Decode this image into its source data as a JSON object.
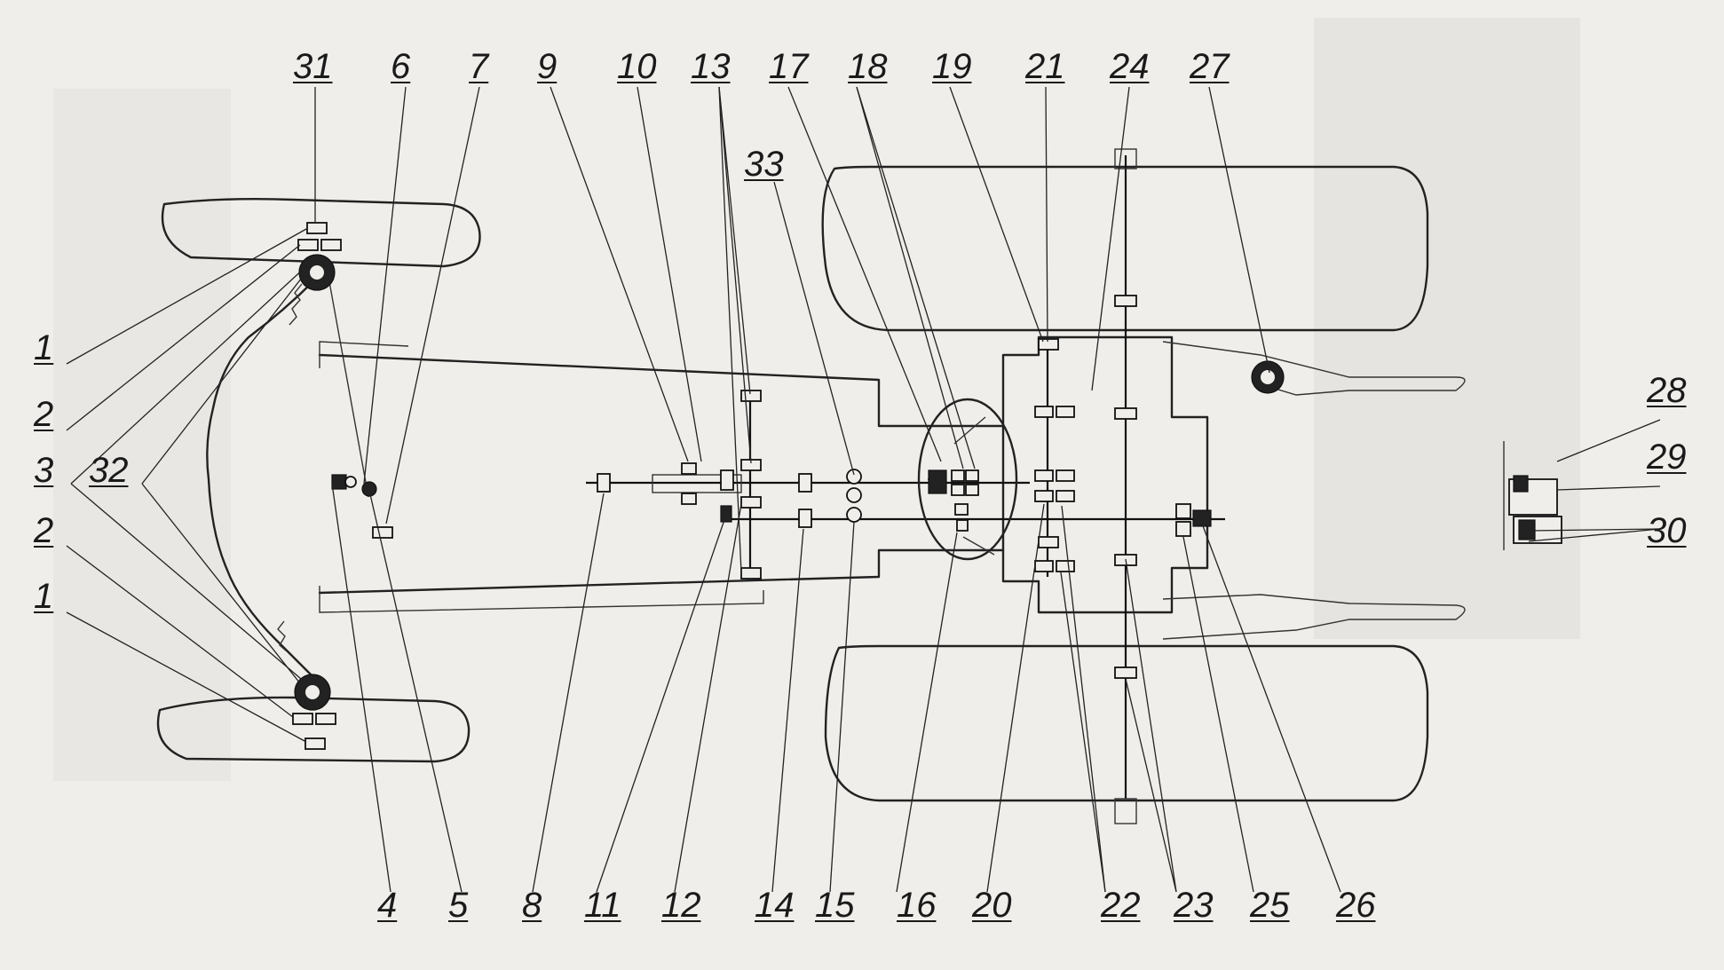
{
  "diagram": {
    "callouts": {
      "c31": "31",
      "c6": "6",
      "c7": "7",
      "c9": "9",
      "c10": "10",
      "c13": "13",
      "c17": "17",
      "c18": "18",
      "c19": "19",
      "c21": "21",
      "c24": "24",
      "c27": "27",
      "c33": "33",
      "c1a": "1",
      "c2a": "2",
      "c3": "3",
      "c32": "32",
      "c2b": "2",
      "c1b": "1",
      "c28": "28",
      "c29": "29",
      "c30": "30",
      "c4": "4",
      "c5": "5",
      "c8": "8",
      "c11": "11",
      "c12": "12",
      "c14": "14",
      "c15": "15",
      "c16": "16",
      "c20": "20",
      "c22": "22",
      "c23": "23",
      "c25": "25",
      "c26": "26"
    }
  }
}
